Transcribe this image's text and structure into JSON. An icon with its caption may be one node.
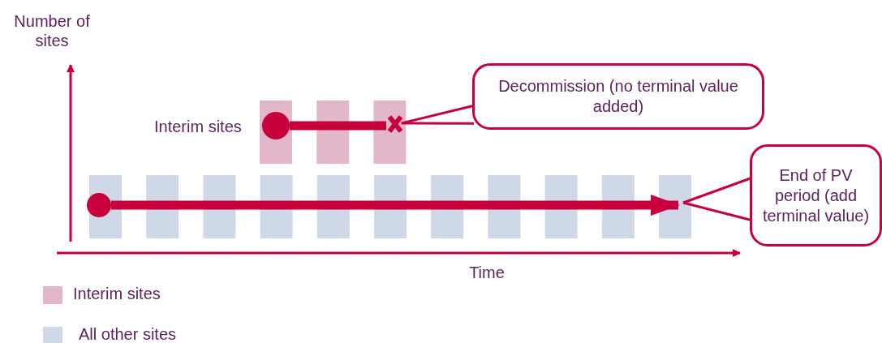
{
  "diagram": {
    "nodes": [
      {
        "text": [],
        "shape": "circle",
        "beside": [
          "Interim sites"
        ]
      },
      {
        "text": [],
        "shape": "cross"
      },
      {
        "text": [
          "Decommission (no terminal value added)"
        ]
      },
      {
        "text": [],
        "shape": "circle"
      },
      {
        "text": [
          "End of PV period (add terminal value)"
        ]
      }
    ],
    "edges": [
      {
        "from": 0,
        "to": 1,
        "arrow": "none",
        "style": "thick"
      },
      {
        "from": 3,
        "to": null,
        "arrow": "to",
        "style": "thick"
      },
      {
        "from": 2,
        "to": 1,
        "arrow": "none"
      },
      {
        "from": 4,
        "to": null,
        "arrow": "none"
      }
    ],
    "labels": [
      "Number of sites",
      "Time"
    ],
    "legend": [
      {
        "text": "Interim sites",
        "color": "#e3b7ca"
      },
      {
        "text": "All other sites",
        "color": "#cfd8e6"
      }
    ]
  }
}
